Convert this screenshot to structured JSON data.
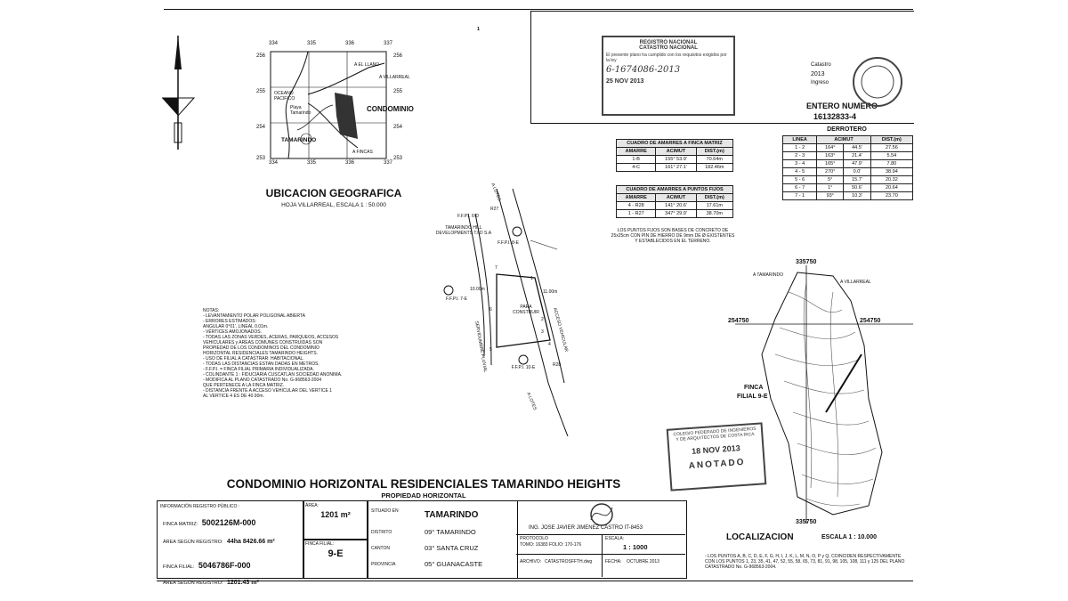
{
  "location_map": {
    "title": "UBICACION GEOGRAFICA",
    "subtitle": "HOJA VILLARREAL, ESCALA 1 : 50.000",
    "x_ticks": [
      "334",
      "335",
      "336",
      "337"
    ],
    "y_ticks": [
      "256",
      "255",
      "254",
      "253"
    ],
    "labels": {
      "el_llano": "A EL LLANO",
      "villarreal": "A VILLARREAL",
      "oceano": "OCEANO PACIFICO",
      "playa": "Playa Tamarindo",
      "condominio": "CONDOMINIO",
      "tamarindo": "TAMARINDO",
      "fincas": "A FINCAS"
    }
  },
  "registry_stamp": {
    "line1": "REGISTRO NACIONAL",
    "line2": "CATASTRO NACIONAL",
    "body": "El presente plano ha cumplido con los requisitos exigidos por la ley",
    "number": "6-1674086-2013",
    "date": "25 NOV 2013"
  },
  "entry": {
    "label": "ENTERO NUMERO",
    "number": "16132833-4",
    "catastro": "Catastro",
    "year": "2013",
    "ingreso": "Ingreso"
  },
  "derrotero": {
    "title": "DERROTERO",
    "headers": [
      "LINEA",
      "ACIMUT",
      "DIST.(m)"
    ],
    "rows": [
      [
        "1 - 2",
        "164°",
        "44.5'",
        "27.56"
      ],
      [
        "2 - 3",
        "163°",
        "21.4'",
        "5.54"
      ],
      [
        "3 - 4",
        "165°",
        "47.9'",
        "7.80"
      ],
      [
        "4 - 5",
        "270°",
        "0.0'",
        "38.94"
      ],
      [
        "5 - 6",
        "5°",
        "15.7'",
        "20.32"
      ],
      [
        "6 - 7",
        "1°",
        "50.6'",
        "20.64"
      ],
      [
        "7 - 1",
        "93°",
        "10.3'",
        "23.70"
      ]
    ]
  },
  "amarres_matriz": {
    "title": "CUADRO DE AMARRES A FINCA MATRIZ",
    "headers": [
      "AMARRE",
      "ACIMUT",
      "DIST.(m)"
    ],
    "rows": [
      [
        "1-B",
        "155° 53.9'",
        "70.64m"
      ],
      [
        "4-C",
        "161° 27.1'",
        "182.46m"
      ]
    ]
  },
  "amarres_fijos": {
    "title": "CUADRO DE AMARRES A PUNTOS FIJOS",
    "headers": [
      "AMARRE",
      "ACIMUT",
      "DIST.(m)"
    ],
    "rows": [
      [
        "4 - R28",
        "141° 20.6'",
        "17.61m"
      ],
      [
        "1 - R27",
        "347° 29.9'",
        "38.70m"
      ]
    ],
    "note": "LOS PUNTOS FIJOS SON BASES DE CONCRETO DE 25x25cm CON PIN DE HIERRO DE 9mm DE Ø EXISTENTES Y ESTABLECIDOS EN EL TERRENO."
  },
  "notes": {
    "title": "NOTAS:",
    "items": [
      "- LEVANTAMIENTO POLAR POLIGONAL ABIERTA",
      "- ERRORES ESTIMADOS:",
      "  ANGULAR 0°01', LINEAL 0.01m.",
      "- VÉRTICES AMOJONADOS.",
      "- TODAS LAS ZONAS VERDES, ACERAS, PARQUEOS, ACCESOS",
      "  VEHICULARES y AREAS COMUNES CONSTRUIDAS SON",
      "  PROPIEDAD DE LOS CONDOMINOS DEL CONDOMINIO",
      "  HORIZONTAL RESIDENCIALES TAMARINDO HEIGHTS.",
      "- USO DE FILIAL A CATASTRAR: HABITACIONAL.",
      "- TODAS LAS DISTANCIAS ESTAN DADAS EN METROS.",
      "- F.F.P.I. = FINCA FILIAL PRIMARIA INDIVIDUALIZADA.",
      "- COLINDANTE 1 : FIDUCIARIA CUSCATLAN SOCIEDAD ANONIMA.",
      "- MODIFICA AL PLANO CATASTRADO No. G-968563-2004",
      "  QUE PERTENECE A LA FINCA MATRIZ.",
      "- DISTANCIA FRENTE A ACCESO VEHICULAR DEL VERTICE 1",
      "  AL VERTICE 4 ES DE 40.90m."
    ]
  },
  "plot": {
    "ffpi_6d": "F.F.P.I. 6-D",
    "developer": "TAMARINDO HILL DEVELOPMENTS T.I.D S.A",
    "ffpi_8e": "F.F.P.I. 8-E",
    "ffpi_7e": "F.F.P.I. 7-E",
    "ffpi_10e": "F.F.P.I. 10-E",
    "para_construir": "PARA CONSTRUIR",
    "servidumbre": "SERVIDUMBRE PLUVIAL",
    "acceso": "ACCESO VEHICULAR",
    "a_lotes_top": "A LOTES",
    "a_lotes_bottom": "A LOTES",
    "dim1": "10.00m",
    "dim2": "11.00m",
    "r27": "R27",
    "r28": "R28",
    "circle1": "1",
    "vertex_labels": [
      "1",
      "2",
      "3",
      "4",
      "5",
      "6",
      "7"
    ]
  },
  "localizacion": {
    "title": "LOCALIZACION",
    "scale": "ESCALA 1 : 10.000",
    "coord_top": "335750",
    "coord_bottom": "335750",
    "coord_left": "254750",
    "coord_right": "254750",
    "a_tamarindo": "A TAMARINDO",
    "a_villarreal": "A VILLARREAL",
    "finca": "FINCA",
    "filial": "FILIAL 9-E",
    "note": "- LOS PUNTOS A, B, C, D, E, F, G, H, I, J, K, L, M, N, O, P y Q, COINCIDEN RESPECTIVAMENTE CON LOS PUNTOS 1, 23, 35, 41, 47, 52, 55, 58, 65, 73, 81, 91, 98, 105, 108, 111 y 125 DEL PLANO CATASTRADO No. G-968563-2004."
  },
  "colegio_stamp": {
    "line1": "COLEGIO FEDERADO DE INGENIEROS",
    "line2": "Y DE ARQUITECTOS DE COSTA RICA",
    "date": "18 NOV 2013",
    "status": "ANOTADO"
  },
  "title_block": {
    "title": "CONDOMINIO HORIZONTAL RESIDENCIALES TAMARINDO HEIGHTS",
    "subtitle": "PROPIEDAD HORIZONTAL",
    "info_label": "INFORMACIÓN REGISTRO PÚBLICO :",
    "finca_matriz_label": "FINCA MATRIZ:",
    "finca_matriz_value": "5002126M-000",
    "area_registro_label": "ÁREA SEGÚN REGISTRO:",
    "area_registro_value": "44ha 8426.66 m²",
    "finca_filial_label": "FINCA FILIAL:",
    "finca_filial_value": "5046786F-000",
    "area_filial_label": "ÁREA SEGÚN REGISTRO:",
    "area_filial_value": "1201.43 m²",
    "area_label": "ÁREA:",
    "area_value": "1201 m²",
    "finca_filial_label2": "FINCA FILIAL:",
    "finca_filial_value2": "9-E",
    "situado_label": "SITUADO EN",
    "situado_value": "TAMARINDO",
    "distrito_label": "DISTRITO",
    "distrito_value": "09° TAMARINDO",
    "canton_label": "CANTON",
    "canton_value": "03° SANTA CRUZ",
    "provincia_label": "PROVINCIA",
    "provincia_value": "05° GUANACASTE",
    "engineer": "ING. JOSE JAVIER JIMENEZ CASTRO IT-8453",
    "protocolo_label": "PROTOCOLO",
    "protocolo_value": "TOMO: 16383 FOLIO: 170-176",
    "escala_label": "ESCALA:",
    "escala_value": "1 : 1000",
    "archivo_label": "ARCHIVO:",
    "archivo_value": "CATASTROSFFTH.dwg",
    "fecha_label": "FECHA:",
    "fecha_value": "OCTUBRE 2013"
  }
}
